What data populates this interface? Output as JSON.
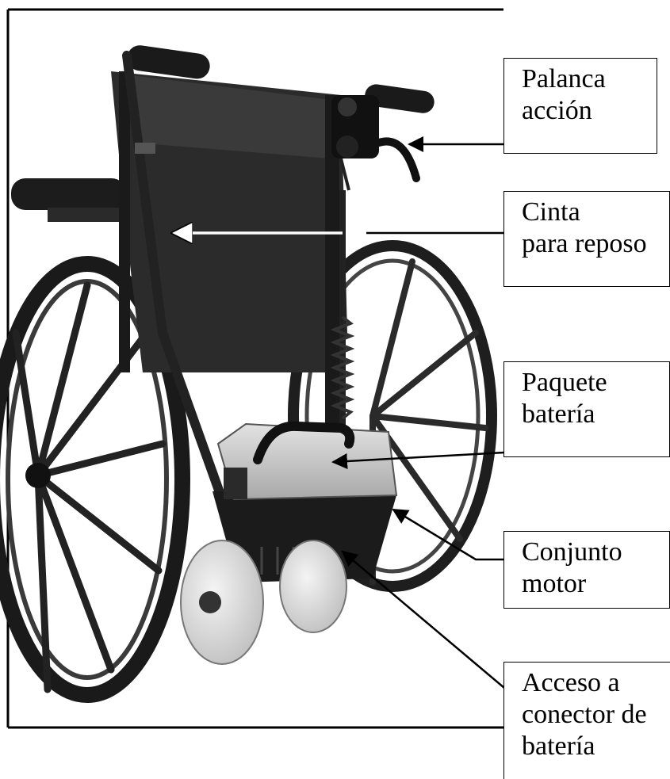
{
  "callouts": {
    "palanca": {
      "line1": "Palanca",
      "line2": "acción"
    },
    "cinta": {
      "line1": "Cinta",
      "line2": "para reposo"
    },
    "paquete": {
      "line1": "Paquete",
      "line2": "batería"
    },
    "conjunto": {
      "line1": "Conjunto",
      "line2": "motor"
    },
    "acceso": {
      "line1": "Acceso a",
      "line2": "conector de",
      "line3": "batería"
    }
  }
}
